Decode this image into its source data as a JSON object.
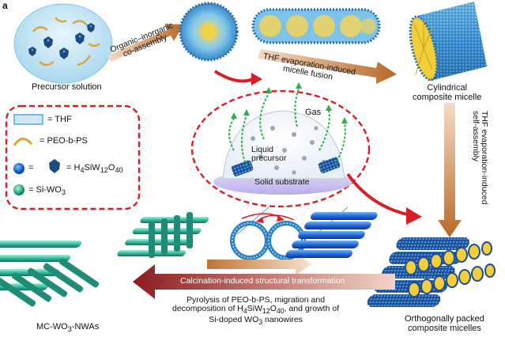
{
  "panel": {
    "letter": "a"
  },
  "labels": {
    "precursor_solution": "Precursor solution",
    "organic_inorganic_1": "Organic–inorganic",
    "organic_inorganic_2": "co-assembly",
    "thf_fusion_1": "THF evaporation-induced",
    "thf_fusion_2": "micelle fusion",
    "cylindrical_1": "Cylindrical",
    "cylindrical_2": "composite micelle",
    "thf_self_assembly_1": "THF evaporation-induced",
    "thf_self_assembly_2": "self-assembly",
    "gas": "Gas",
    "liquid_1": "Liquid",
    "liquid_2": "precursor",
    "solid_substrate": "Solid substrate",
    "calcination": "Calcination-induced structural transformation",
    "pyrolysis_1": "Pyrolysis of PEO-b-PS, migration and",
    "pyrolysis_2a": "decomposition of H",
    "pyrolysis_2_sub1": "4",
    "pyrolysis_2b": "SiW",
    "pyrolysis_2_sub2": "12",
    "pyrolysis_2c": "O",
    "pyrolysis_2_sub3": "40",
    "pyrolysis_2d": ", and growth of",
    "pyrolysis_3a": "Si-doped WO",
    "pyrolysis_3_sub": "3",
    "pyrolysis_3b": " nanowires",
    "mc_wo3_a": "MC-WO",
    "mc_wo3_sub": "3",
    "mc_wo3_b": "-NWAs",
    "orthogonal_1": "Orthogonally packed",
    "orthogonal_2": "composite micelles"
  },
  "legend": {
    "thf": "= THF",
    "peo": "= PEO-b-PS",
    "h4_eq": "= H",
    "h4_sub1": "4",
    "h4_mid": "SiW",
    "h4_sub2": "12",
    "h4_o": "O",
    "h4_sub3": "40",
    "si_wo3": "= Si-WO",
    "si_wo3_sub": "3"
  },
  "colors": {
    "red_dash": "#d81f26",
    "brown_arrow": "#b8692a",
    "maroon_arrow": "#8b1c1c",
    "blue_rod": "#1e64d6",
    "green_rod": "#2fb39a",
    "yellow_core": "#f2cf3a",
    "thf_fill": "#cfe9f6"
  }
}
